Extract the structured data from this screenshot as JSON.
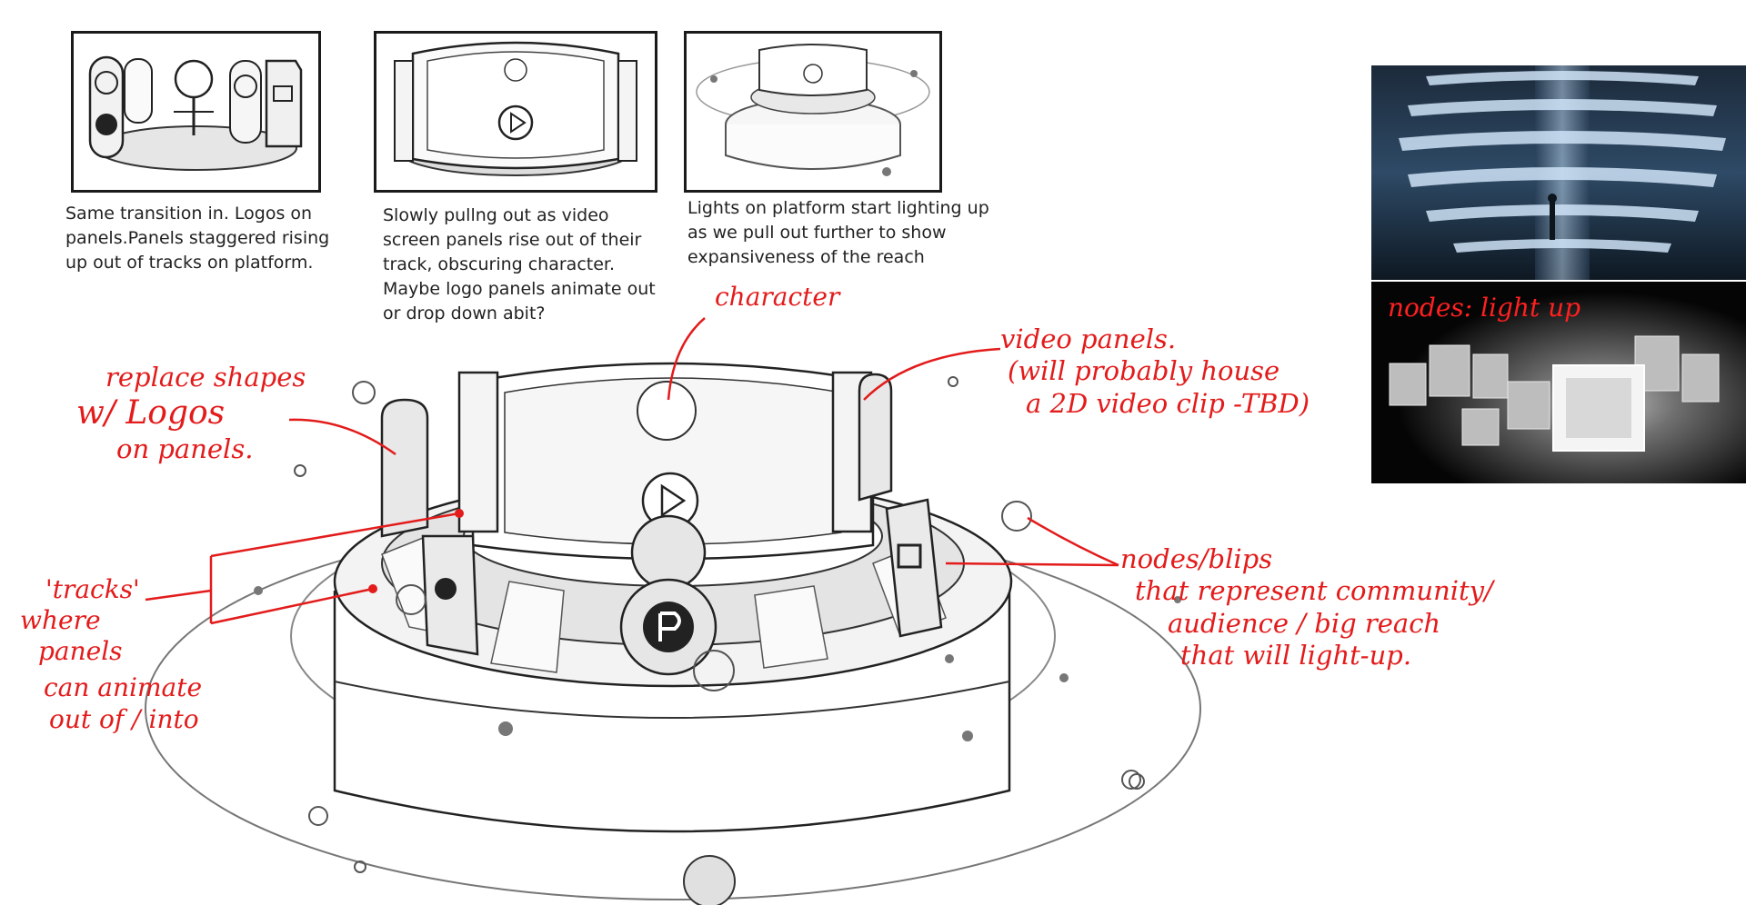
{
  "storyboard": {
    "panels": [
      {
        "caption_lines": [
          "Same transition in. Logos on",
          "panels.Panels staggered rising",
          "up out of tracks on platform."
        ]
      },
      {
        "caption_lines": [
          "Slowly pullng out as video",
          "screen panels rise out of their",
          "track, obscuring character.",
          "Maybe logo panels animate out",
          "or drop down abit?"
        ]
      },
      {
        "caption_lines": [
          "Lights on platform start lighting up",
          "as we pull out further to show",
          "expansiveness of the reach"
        ]
      }
    ]
  },
  "annotations": {
    "character": {
      "lines": [
        "character"
      ]
    },
    "video_panels": {
      "lines": [
        "video panels.",
        "(will probably house",
        "a 2D video clip -TBD)"
      ]
    },
    "replace_shapes": {
      "lines": [
        "replace shapes",
        "w/ Logos",
        "on panels."
      ]
    },
    "tracks": {
      "lines": [
        "'tracks'",
        "where",
        "panels",
        "can animate",
        "out of / into"
      ]
    },
    "nodes": {
      "lines": [
        "nodes/blips",
        "that represent community/",
        "audience / big reach",
        "that will light-up."
      ]
    }
  },
  "reference": {
    "nodes_label": "nodes: light up"
  },
  "colors": {
    "annotation": "#e31b1b",
    "sketch": "#2a2a2a",
    "caption": "#222222"
  }
}
